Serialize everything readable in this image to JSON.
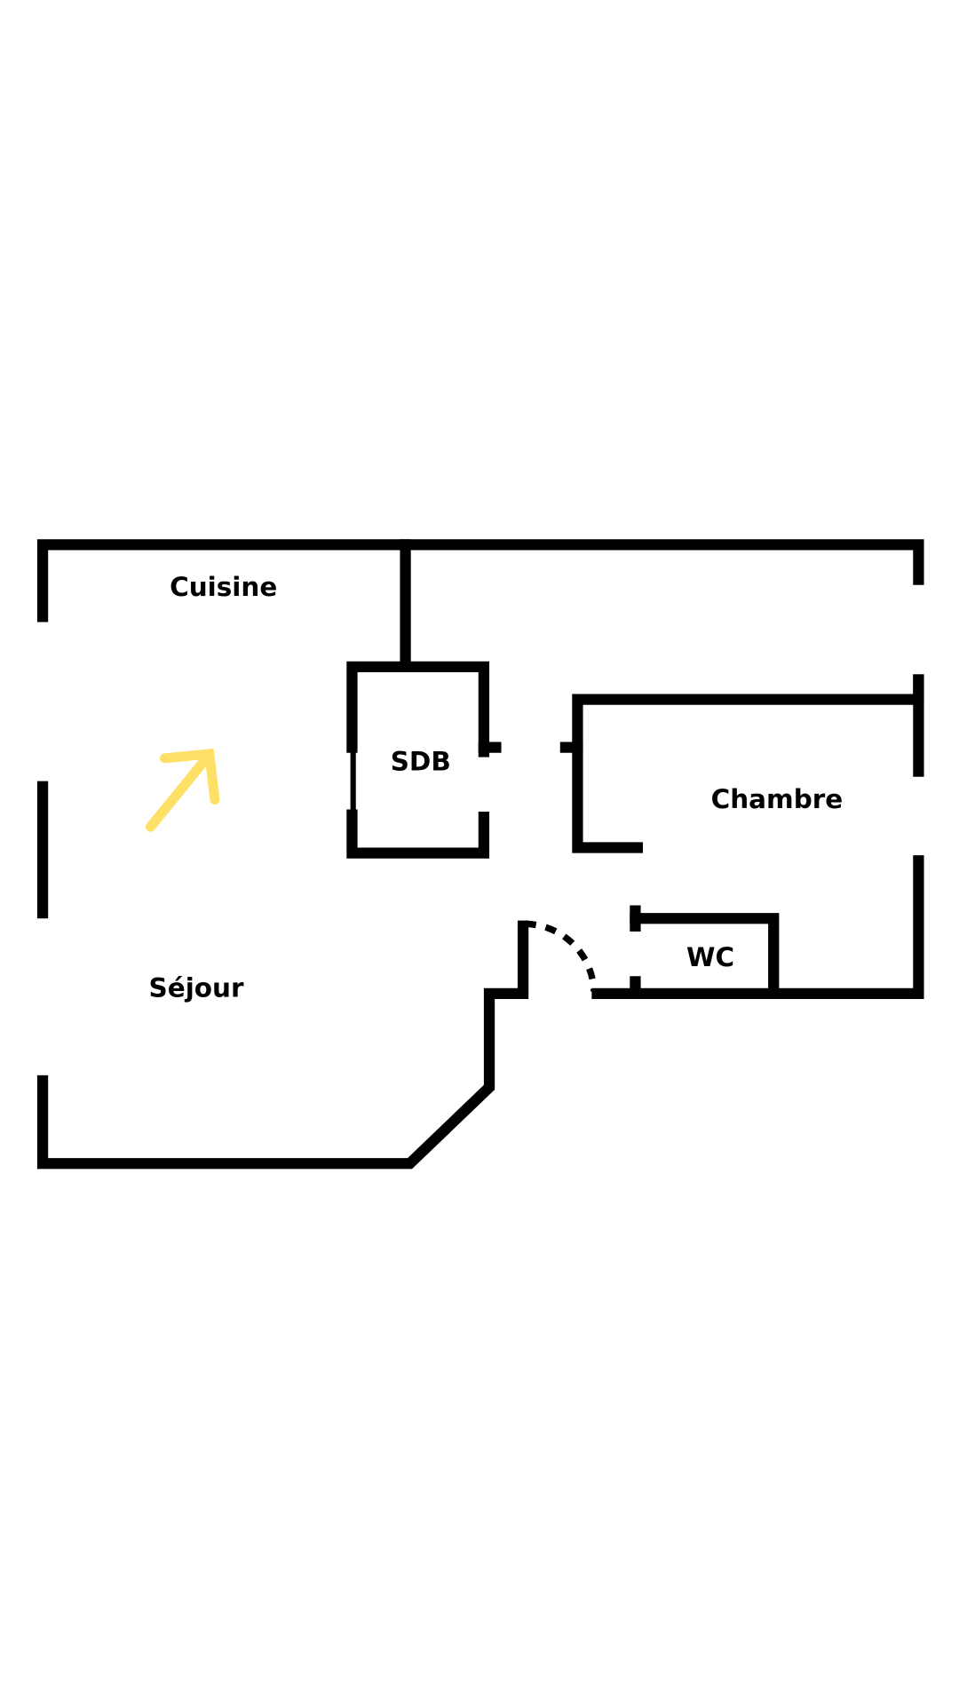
{
  "rooms": {
    "kitchen": "Cuisine",
    "bathroom": "SDB",
    "bedroom": "Chambre",
    "living_room": "Séjour",
    "toilet": "WC"
  },
  "colors": {
    "wall": "#000000",
    "arrow": "#FFE066"
  },
  "icons": {
    "orientation_arrow": "north-east-arrow-icon"
  }
}
